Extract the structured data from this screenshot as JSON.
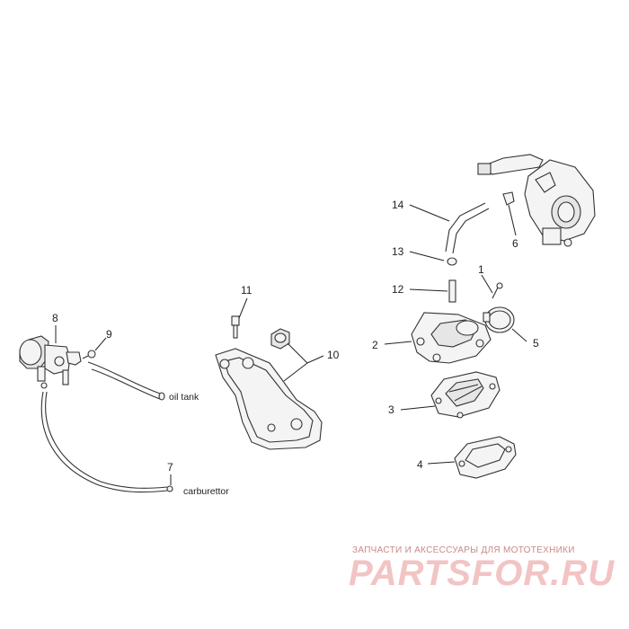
{
  "callouts": [
    "1",
    "2",
    "3",
    "4",
    "5",
    "6",
    "7",
    "8",
    "9",
    "10",
    "11",
    "12",
    "13",
    "14"
  ],
  "hose_labels": {
    "oil_tank": "oil tank",
    "carburettor": "carburettor"
  },
  "watermark": {
    "tagline": "ЗАПЧАСТИ И АКСЕССУАРЫ ДЛЯ МОТОТЕХНИКИ",
    "logo": "PARTSFOR.RU"
  }
}
